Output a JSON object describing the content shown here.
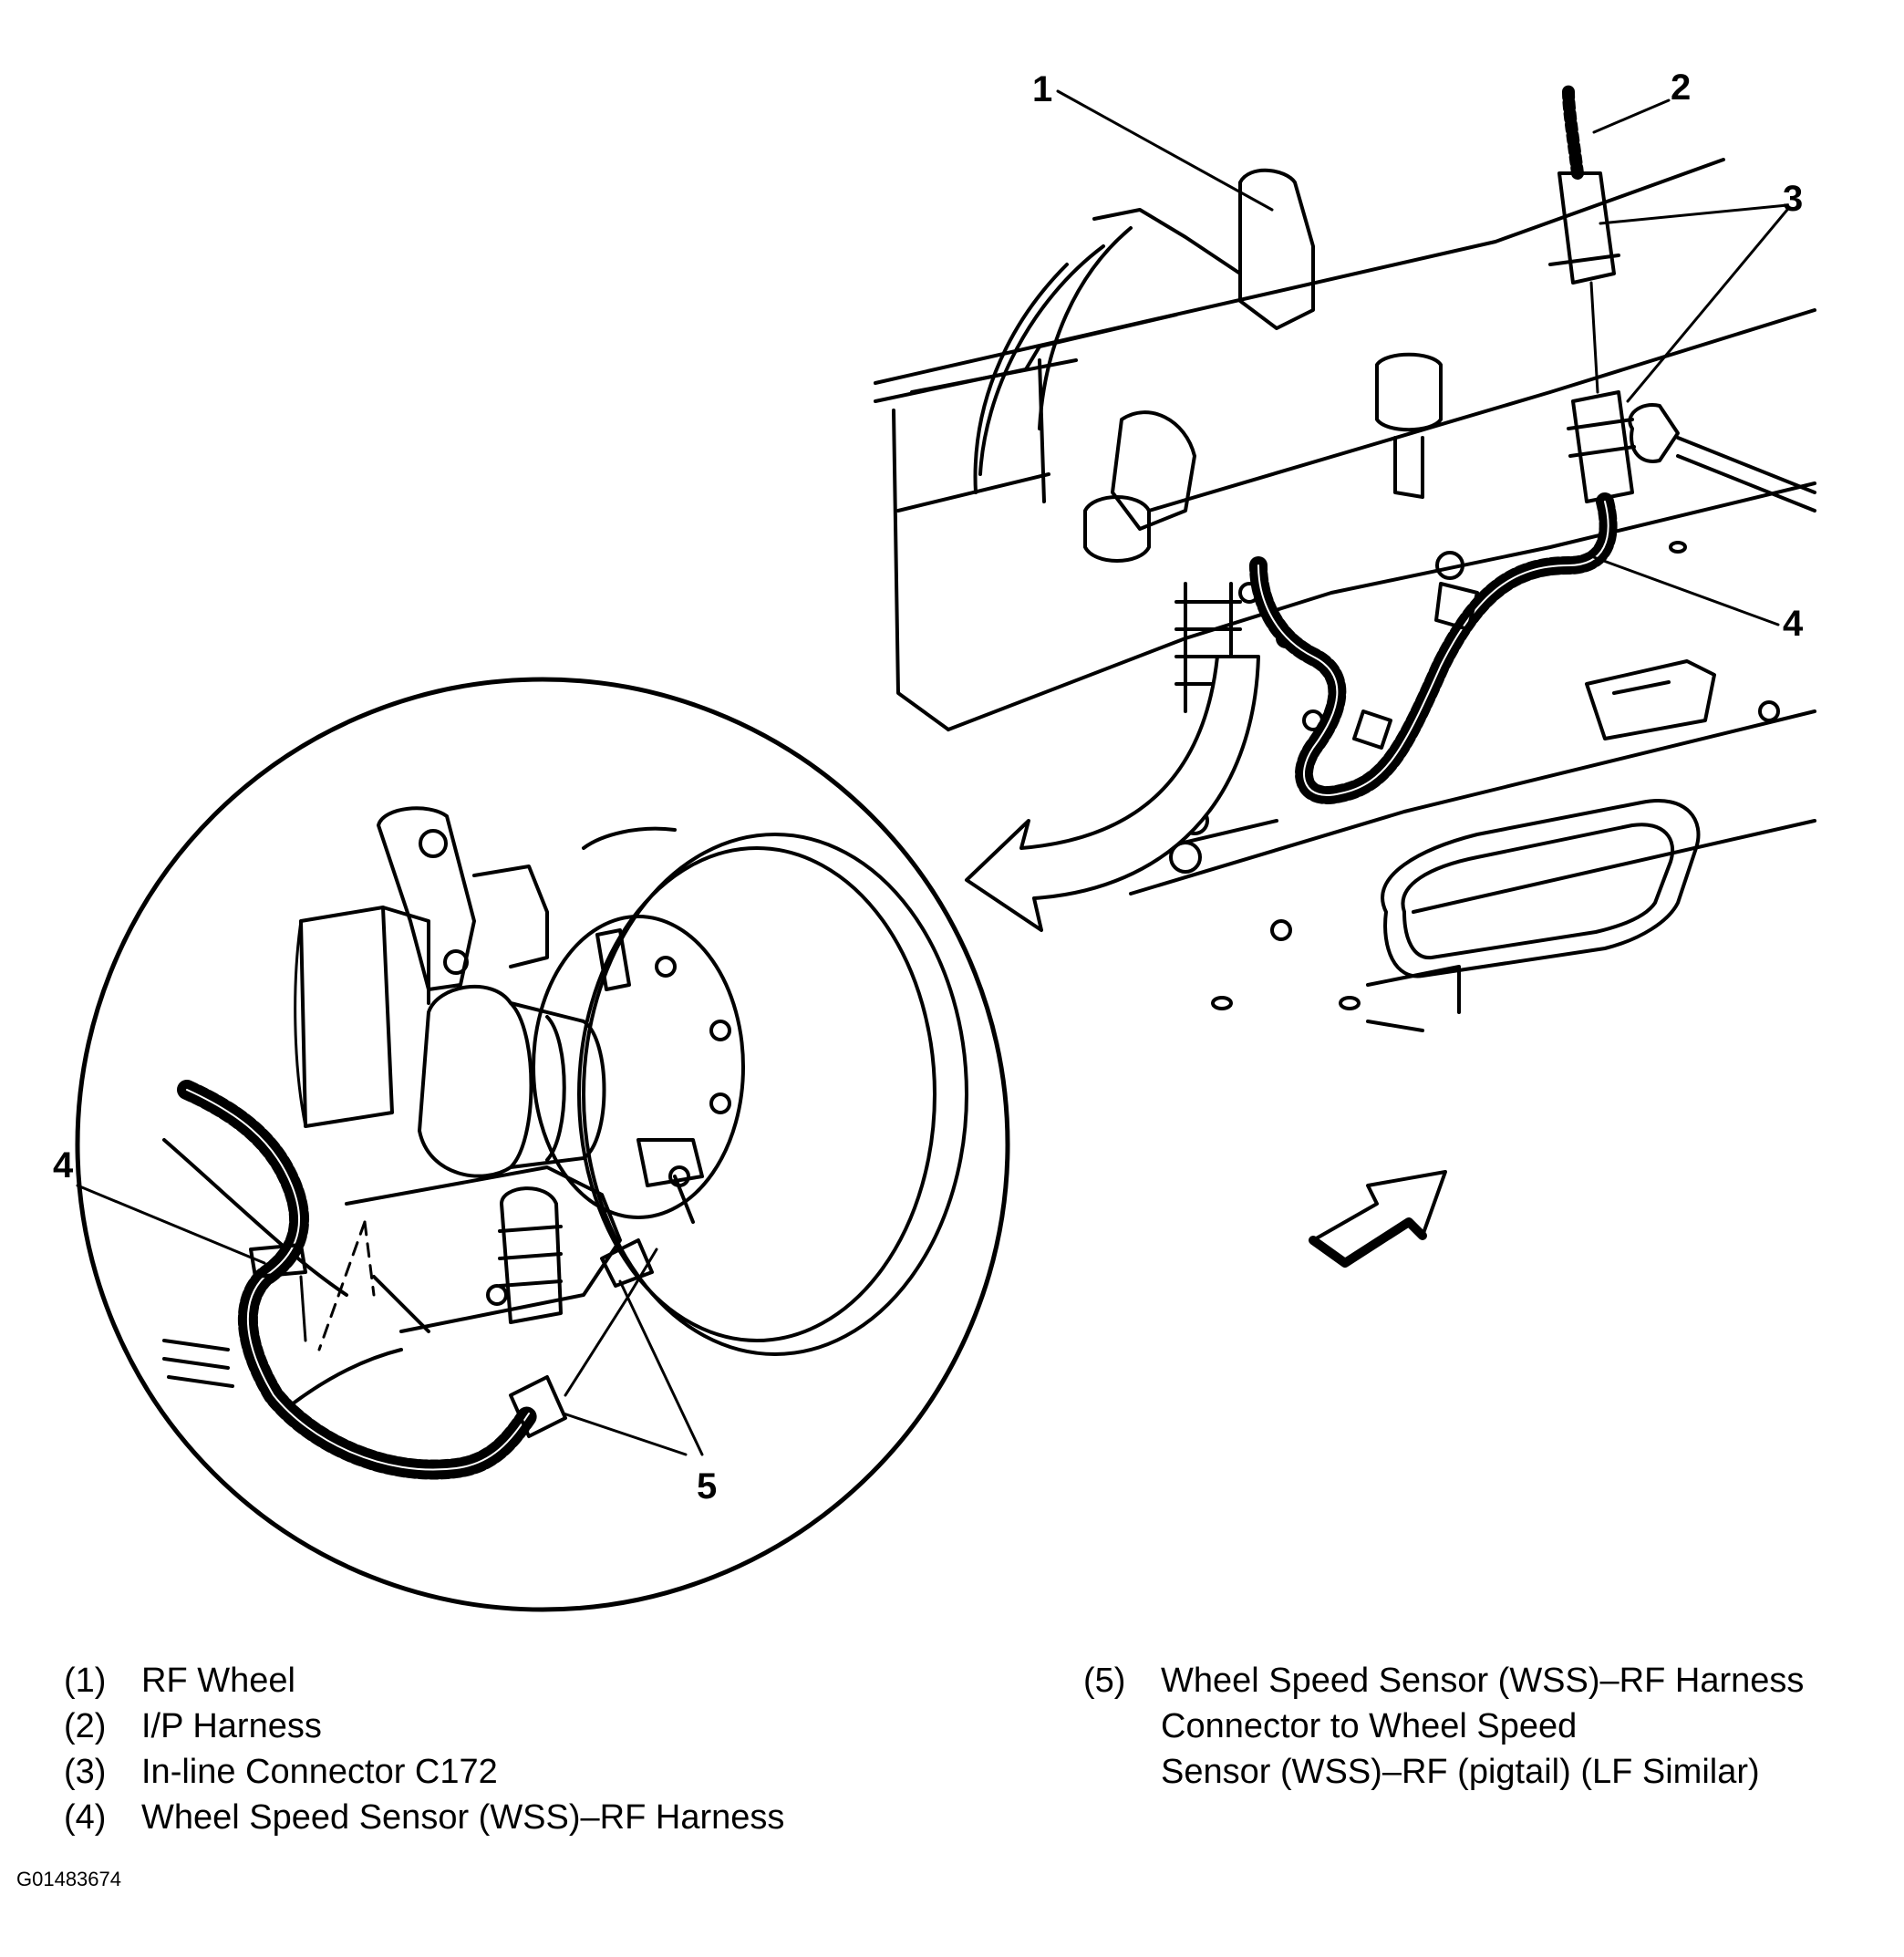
{
  "callouts": {
    "c1": "1",
    "c2": "2",
    "c3": "3",
    "c4_top": "4",
    "c4_detail": "4",
    "c5": "5"
  },
  "legend": {
    "left": [
      {
        "num": "(1)",
        "text": "RF Wheel"
      },
      {
        "num": "(2)",
        "text": "I/P Harness"
      },
      {
        "num": "(3)",
        "text": "In-line Connector C172"
      },
      {
        "num": "(4)",
        "text": "Wheel Speed Sensor (WSS)–RF Harness"
      }
    ],
    "right": [
      {
        "num": "(5)",
        "text": "Wheel Speed Sensor (WSS)–RF Harness\nConnector to Wheel Speed\nSensor (WSS)–RF (pigtail) (LF Similar)"
      }
    ]
  },
  "figure_id": "G01483674"
}
